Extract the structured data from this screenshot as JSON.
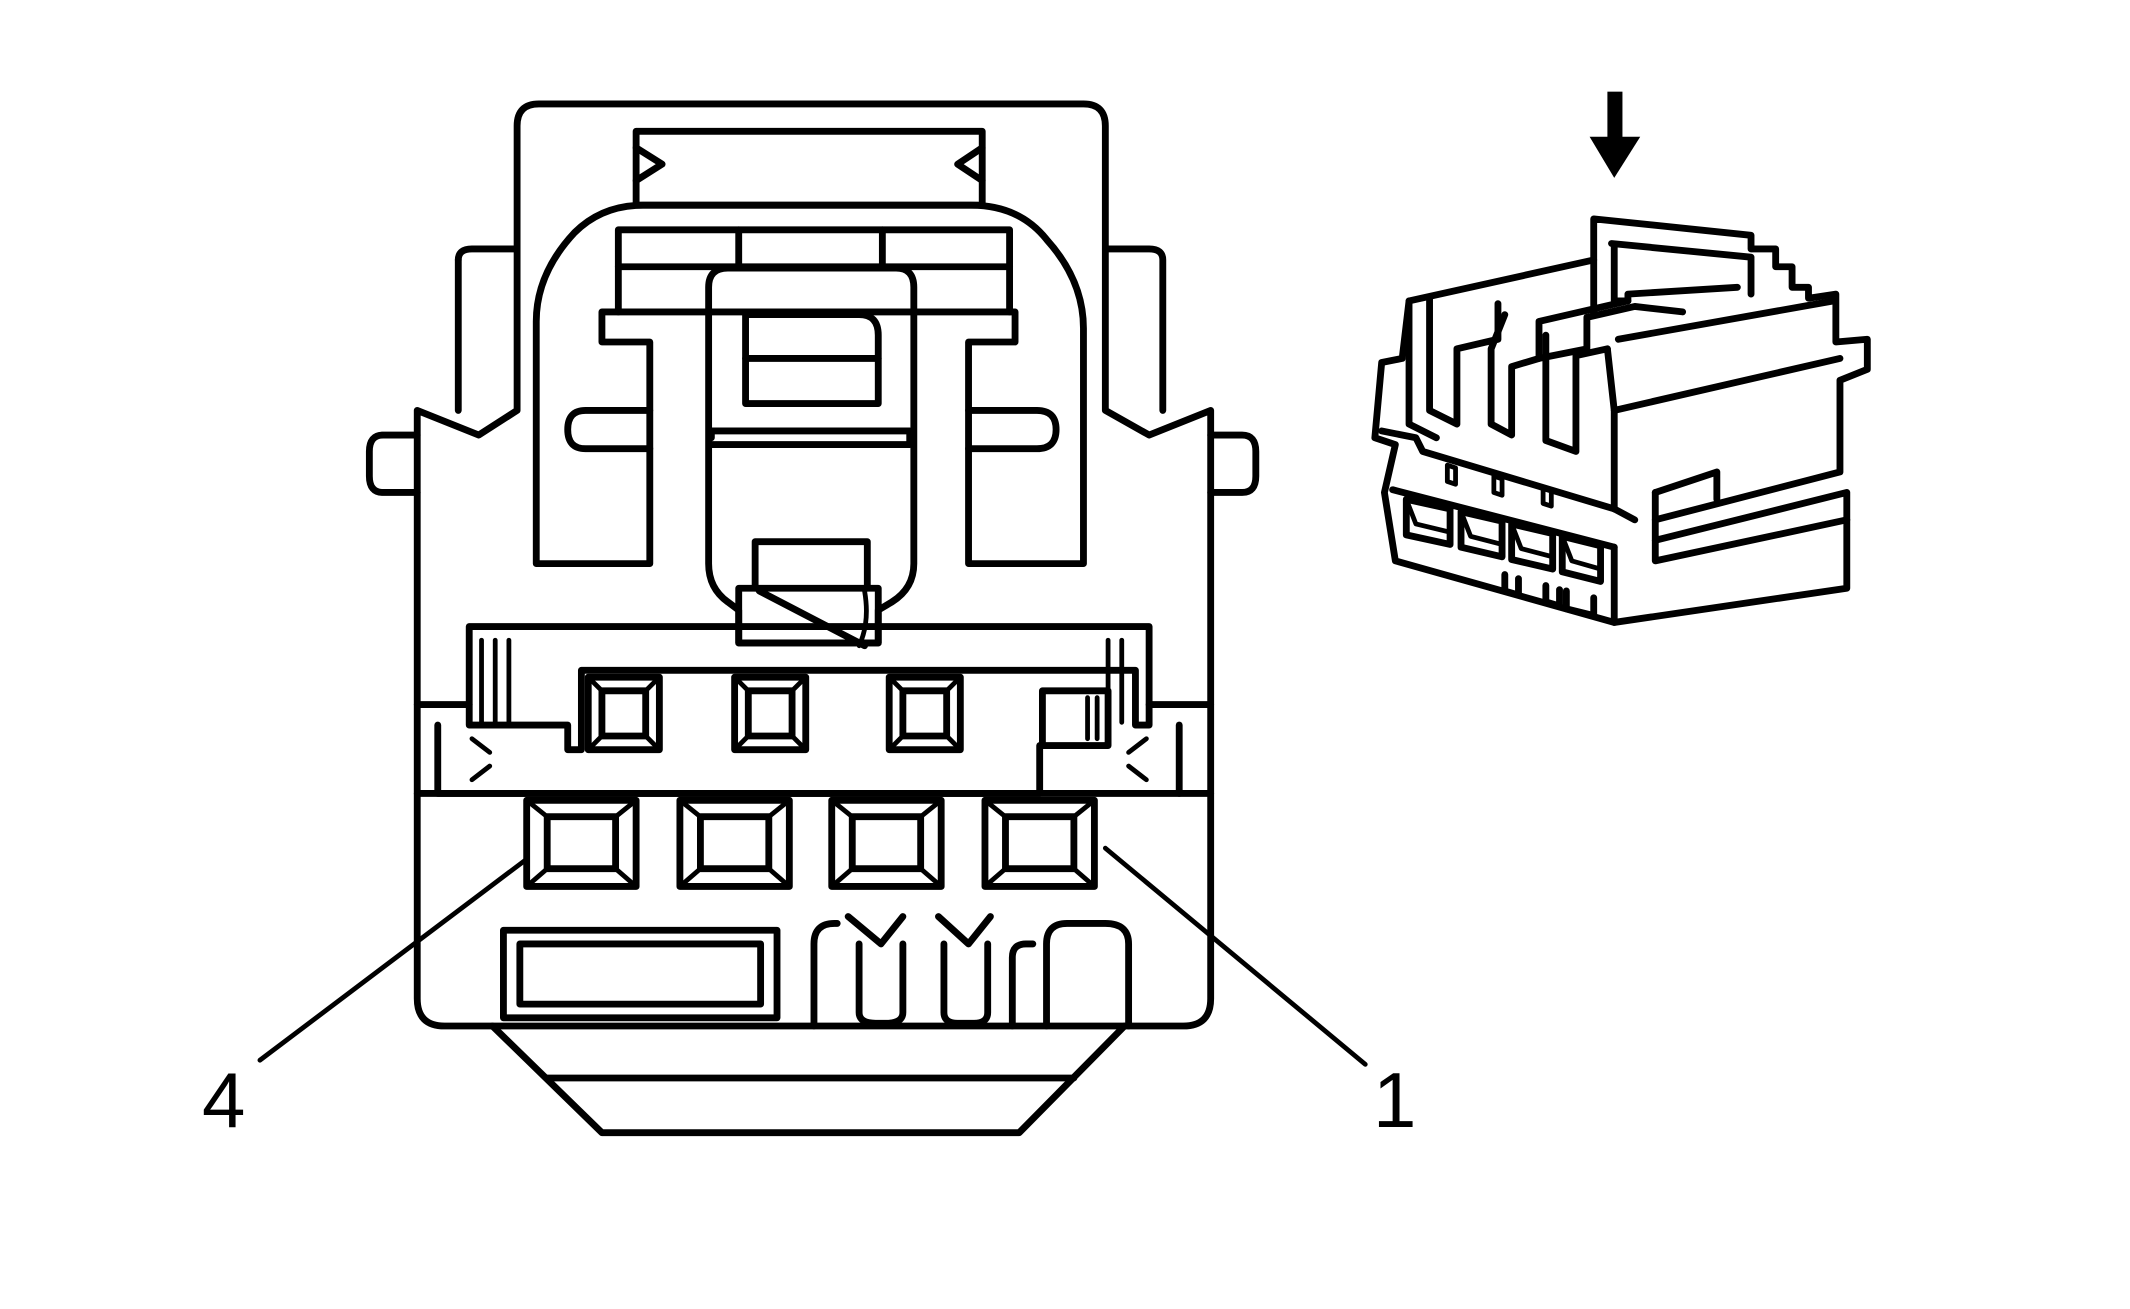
{
  "diagram": {
    "pin_labels": {
      "left": "4",
      "right": "1"
    },
    "line_color": "#000000",
    "background": "#ffffff",
    "icons": [
      "connector-face-view",
      "connector-isometric-view",
      "view-direction-arrow-icon"
    ]
  }
}
